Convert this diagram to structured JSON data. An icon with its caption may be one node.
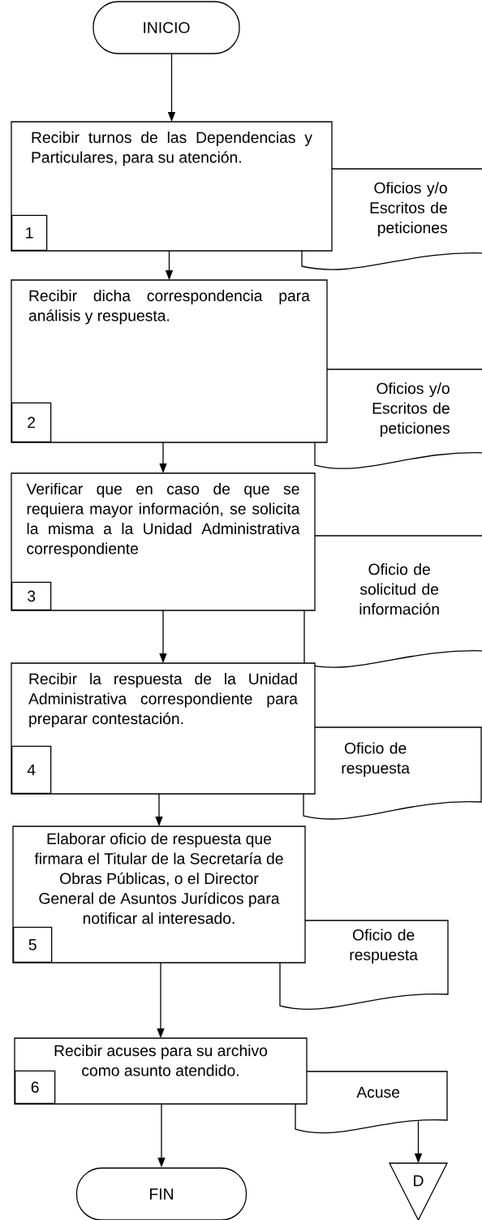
{
  "diagram": {
    "nodes": [
      {
        "text": [
          "INICIO"
        ]
      },
      {
        "text": [
          "Recibir turnos de las Dependencias y Particulares, para su atención."
        ]
      },
      {
        "text": [
          "1"
        ],
        "in": 1
      },
      {
        "text": [
          "Oficios y/o Escritos de peticiones"
        ]
      },
      {
        "text": [
          "Recibir dicha correspondencia para análisis y respuesta."
        ]
      },
      {
        "text": [
          "2"
        ],
        "in": 4
      },
      {
        "text": [
          "Oficios y/o Escritos de peticiones"
        ]
      },
      {
        "text": [
          "Verificar que en caso de que se requiera mayor información, se solicita la misma a la Unidad Administrativa correspondiente"
        ]
      },
      {
        "text": [
          "3"
        ],
        "in": 7
      },
      {
        "text": [
          "Oficio de solicitud de información"
        ]
      },
      {
        "text": [
          "Recibir la respuesta de la Unidad Administrativa correspondiente para preparar contestación."
        ]
      },
      {
        "text": [
          "4"
        ],
        "in": 10
      },
      {
        "text": [
          "Oficio de respuesta"
        ]
      },
      {
        "text": [
          "Elaborar oficio de respuesta que firmara el Titular de la Secretaría de Obras Públicas, o el Director General de Asuntos Jurídicos para notificar al interesado."
        ]
      },
      {
        "text": [
          "5"
        ],
        "in": 13
      },
      {
        "text": [
          "Oficio de respuesta"
        ]
      },
      {
        "text": [
          "Recibir acuses para su archivo como asunto atendido."
        ]
      },
      {
        "text": [
          "6"
        ],
        "in": 16
      },
      {
        "text": [
          "Acuse"
        ]
      },
      {
        "text": [
          "FIN"
        ]
      },
      {
        "text": [
          "D"
        ]
      }
    ],
    "edges": [
      {
        "from": 0,
        "to": 1,
        "arrow": "to"
      },
      {
        "from": 1,
        "to": 4,
        "arrow": "to"
      },
      {
        "from": 4,
        "to": 7,
        "arrow": "to"
      },
      {
        "from": 7,
        "to": 10,
        "arrow": "to"
      },
      {
        "from": 10,
        "to": 13,
        "arrow": "to"
      },
      {
        "from": 13,
        "to": 16,
        "arrow": "to"
      },
      {
        "from": 16,
        "to": 19,
        "arrow": "to"
      },
      {
        "from": 18,
        "to": 20,
        "arrow": "to"
      }
    ]
  }
}
